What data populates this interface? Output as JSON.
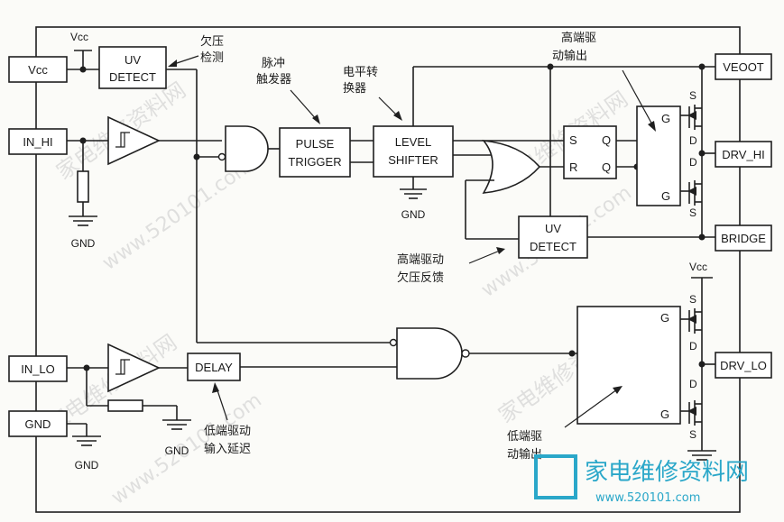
{
  "pins": {
    "vcc": "Vcc",
    "in_hi": "IN_HI",
    "in_lo": "IN_LO",
    "gnd": "GND",
    "veoot": "VEOOT",
    "drv_hi": "DRV_HI",
    "bridge": "BRIDGE",
    "drv_lo": "DRV_LO"
  },
  "blocks": {
    "uv_detect_1": [
      "UV",
      "DETECT"
    ],
    "pulse_trigger": [
      "PULSE",
      "TRIGGER"
    ],
    "level_shifter": [
      "LEVEL",
      "SHIFTER"
    ],
    "latch_s": "S",
    "latch_r": "R",
    "latch_q1": "Q",
    "latch_q2": "Q",
    "uv_detect_2": [
      "UV",
      "DETECT"
    ],
    "delay": "DELAY"
  },
  "labels": {
    "vcc_top": "Vcc",
    "vcc_right": "Vcc",
    "gnd_hi": "GND",
    "gnd_ls": "GND",
    "gnd_lo_res": "GND",
    "gnd_pin": "GND",
    "uv_note": [
      "欠压",
      "检测"
    ],
    "pulse_note": [
      "脉冲",
      "触发器"
    ],
    "level_note": [
      "电平转",
      "换器"
    ],
    "high_out_note": [
      "高端驱",
      "动输出"
    ],
    "high_uv_note": [
      "高端驱动",
      "欠压反馈"
    ],
    "low_delay_note": [
      "低端驱动",
      "输入延迟"
    ],
    "low_out_note": [
      "低端驱",
      "动输出"
    ],
    "mos_g1": "G",
    "mos_g2": "G",
    "mos_g3": "G",
    "mos_g4": "G",
    "mos_s1": "S",
    "mos_s2": "S",
    "mos_s3": "S",
    "mos_s4": "S",
    "mos_d1": "D",
    "mos_d2": "D",
    "mos_d3": "D",
    "mos_d4": "D"
  },
  "watermark": {
    "site": "www.520101.com",
    "brand": "家电维修资料网",
    "logo_text": "家电维修资料网",
    "logo_url": "www.520101.com"
  }
}
